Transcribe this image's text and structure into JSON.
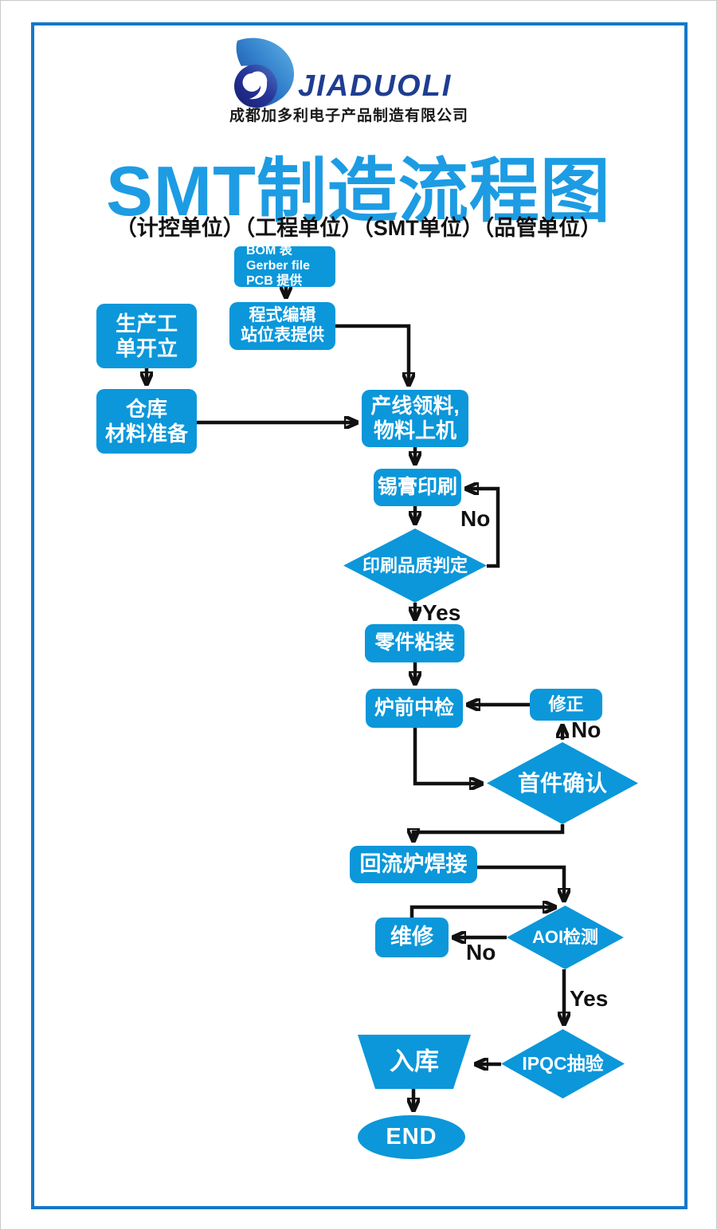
{
  "brand": {
    "logo_text": "JIADUOLI",
    "company_name": "成都加多利电子产品制造有限公司"
  },
  "header": {
    "title": "SMT制造流程图",
    "subtitle": "（计控单位）（工程单位）（SMT单位）（品管单位）"
  },
  "colors": {
    "node_blue": "#0b97da",
    "title_blue": "#1d9ce3",
    "frame_blue": "#1577c9",
    "arrow_black": "#111111",
    "logo_navy": "#1e3d92",
    "logo_gradient_light": "#62b3e8",
    "logo_gradient_dark": "#1c3a94"
  },
  "flowchart": {
    "nodes": {
      "bom": {
        "line1": "BOM 表",
        "line2": "Gerber file",
        "line3": "PCB 提供"
      },
      "program": {
        "line1": "程式编辑",
        "line2": "站位表提供"
      },
      "work_order": {
        "line1": "生产工",
        "line2": "单开立"
      },
      "warehouse": {
        "line1": "仓库",
        "line2": "材料准备"
      },
      "line_feeding": {
        "line1": "产线领料,",
        "line2": "物料上机"
      },
      "solder_paste_print": {
        "line1": "锡膏印刷"
      },
      "print_quality_check": {
        "line1": "印刷品质判定"
      },
      "component_mount": {
        "line1": "零件粘装"
      },
      "pre_oven_inspection": {
        "line1": "炉前中检"
      },
      "correction": {
        "line1": "修正"
      },
      "first_article_confirm": {
        "line1": "首件确认"
      },
      "reflow_soldering": {
        "line1": "回流炉焊接"
      },
      "repair": {
        "line1": "维修"
      },
      "aoi_inspection": {
        "line1": "AOI检测"
      },
      "ipqc_sampling": {
        "line1": "IPQC抽验"
      },
      "warehouse_in": {
        "line1": "入库"
      },
      "end": {
        "line1": "END"
      }
    },
    "edge_labels": {
      "print_no": "No",
      "print_yes": "Yes",
      "first_article_no": "No",
      "aoi_no": "No",
      "aoi_yes": "Yes"
    }
  }
}
